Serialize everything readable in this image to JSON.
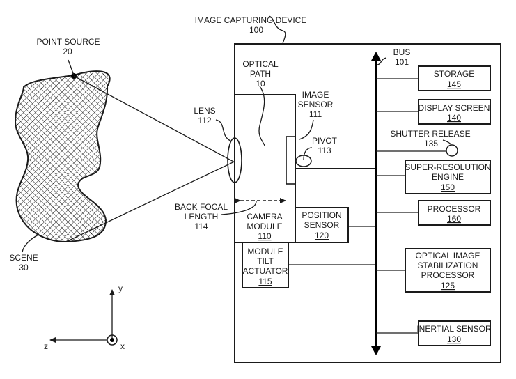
{
  "title": "Image capturing device block diagram",
  "scene": {
    "point_source": {
      "label": "POINT SOURCE",
      "ref": "20"
    },
    "scene": {
      "label": "SCENE",
      "ref": "30"
    }
  },
  "device": {
    "label": "IMAGE CAPTURING DEVICE",
    "ref": "100"
  },
  "optics": {
    "optical_path": {
      "line1": "OPTICAL",
      "line2": "PATH",
      "ref": "10"
    },
    "lens": {
      "label": "LENS",
      "ref": "112"
    },
    "image_sensor": {
      "line1": "IMAGE",
      "line2": "SENSOR",
      "ref": "111"
    },
    "pivot": {
      "label": "PIVOT",
      "ref": "113"
    },
    "back_focal_length": {
      "line1": "BACK FOCAL",
      "line2": "LENGTH",
      "ref": "114"
    }
  },
  "modules": {
    "camera_module": {
      "line1": "CAMERA",
      "line2": "MODULE",
      "ref": "110"
    },
    "position_sensor": {
      "line1": "POSITION",
      "line2": "SENSOR",
      "ref": "120"
    },
    "module_tilt_actuator": {
      "line1": "MODULE",
      "line2": "TILT",
      "line3": "ACTUATOR",
      "ref": "115"
    }
  },
  "bus": {
    "label": "BUS",
    "ref": "101"
  },
  "components": {
    "storage": {
      "line1": "STORAGE",
      "ref": "145"
    },
    "display_screen": {
      "line1": "DISPLAY SCREEN",
      "ref": "140"
    },
    "shutter_release": {
      "label": "SHUTTER RELEASE",
      "ref": "135"
    },
    "super_resolution_engine": {
      "line1": "SUPER-RESOLUTION",
      "line2": "ENGINE",
      "ref": "150"
    },
    "processor": {
      "line1": "PROCESSOR",
      "ref": "160"
    },
    "ois_processor": {
      "line1": "OPTICAL IMAGE",
      "line2": "STABILIZATION",
      "line3": "PROCESSOR",
      "ref": "125"
    },
    "inertial_sensor": {
      "line1": "INERTIAL SENSOR",
      "ref": "130"
    }
  },
  "axes": {
    "y": "y",
    "z": "z",
    "x": "x"
  }
}
